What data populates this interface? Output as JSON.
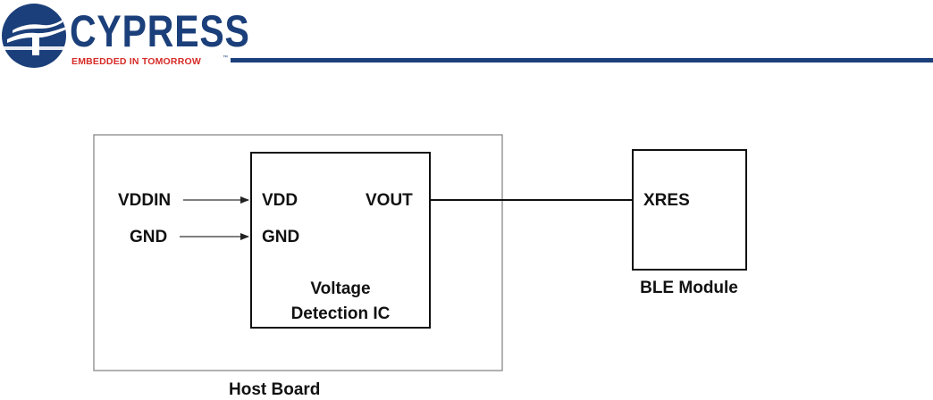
{
  "header": {
    "logo_title": "CYPRESS",
    "logo_tagline": "EMBEDDED IN TOMORROW",
    "logo_tm": "™",
    "brand_color": "#1b3f7a",
    "tagline_color": "#d62b27"
  },
  "diagram": {
    "inputs": [
      "VDDIN",
      "GND"
    ],
    "ic_pins_left": [
      "VDD",
      "GND"
    ],
    "ic_pin_right": "VOUT",
    "ic_label": [
      "Voltage",
      "Detection IC"
    ],
    "module_pin": "XRES",
    "module_label": "BLE Module",
    "board_label": "Host Board"
  }
}
